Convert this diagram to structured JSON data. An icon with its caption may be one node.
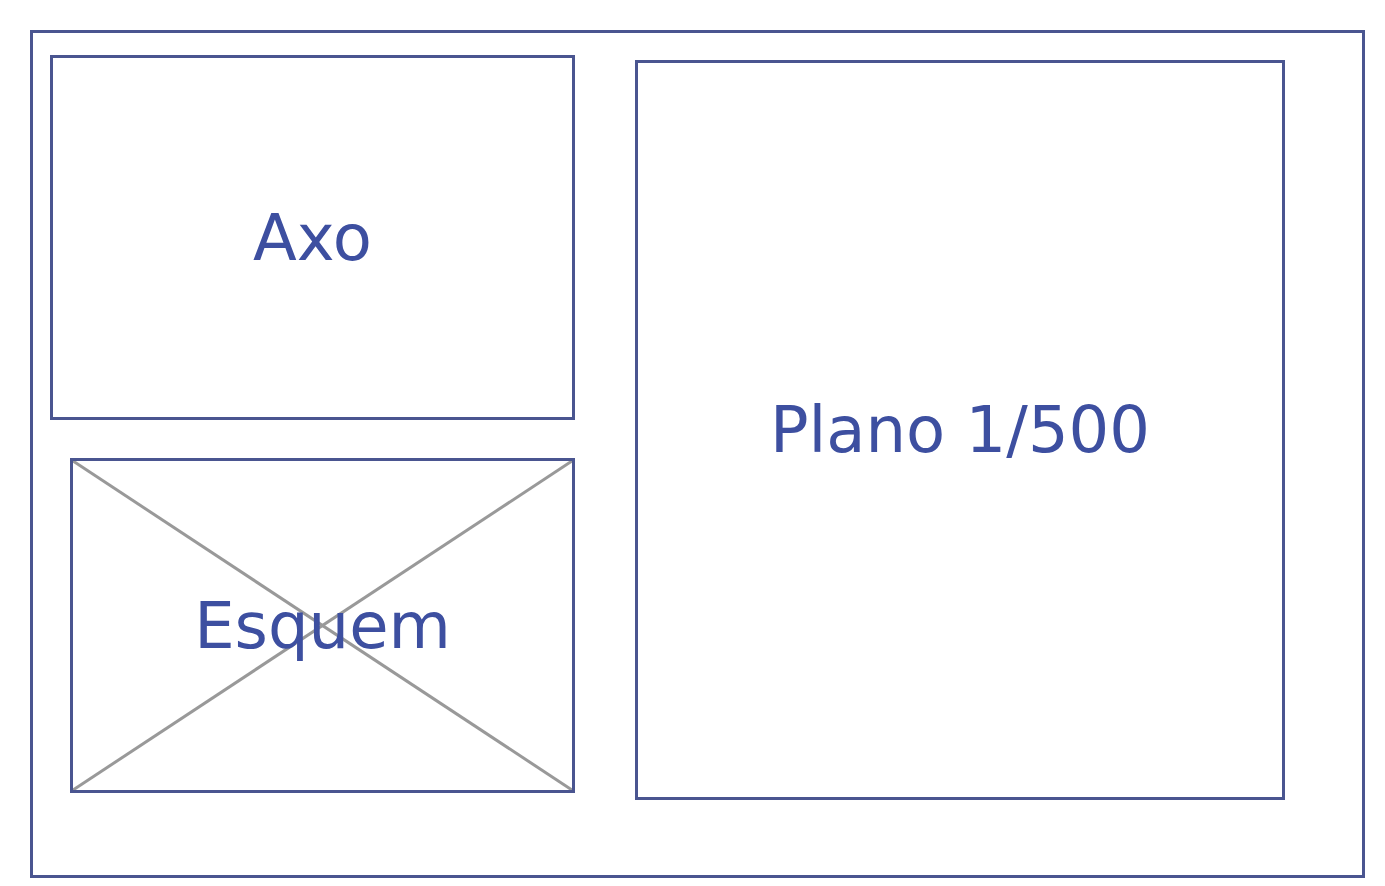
{
  "diagram": {
    "nodes": [
      {
        "text": [],
        "shape": "box"
      },
      {
        "text": [
          "Axo"
        ],
        "in": 0
      },
      {
        "text": [
          "Esquem"
        ],
        "in": 0
      },
      {
        "text": [
          "Plano 1/500"
        ],
        "in": 0
      }
    ],
    "edges": []
  }
}
